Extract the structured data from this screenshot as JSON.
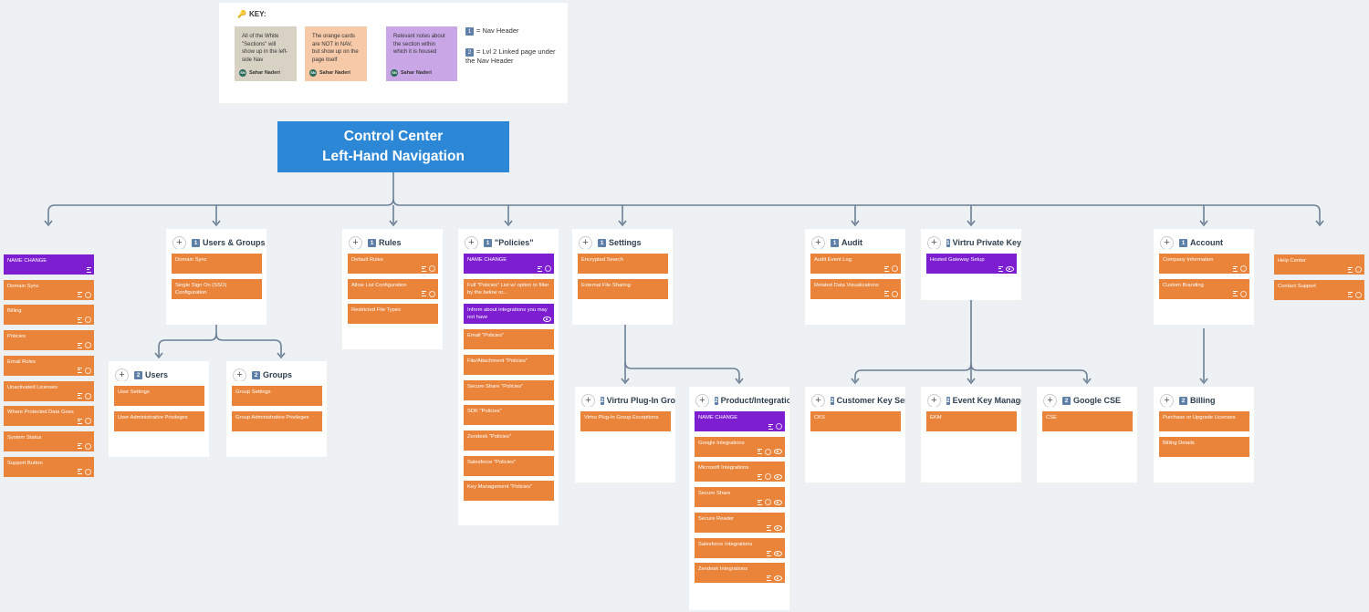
{
  "key": {
    "title": "KEY:",
    "cards": [
      {
        "text": "All of the White \"Sections\" will show up in the left-side Nav",
        "author": "Sahar Naderi",
        "initials": "SN",
        "color": "#d8d2c4"
      },
      {
        "text": "The orange cards are NOT in NAV, but show up on the page itself",
        "author": "Sahar Naderi",
        "initials": "SN",
        "color": "#f6c9a8"
      },
      {
        "text": "Relevant notes about the section within which it is housed",
        "author": "Sahar Naderi",
        "initials": "SN",
        "color": "#c9a6e6"
      }
    ],
    "legend": [
      {
        "num": "1",
        "text": "= Nav Header"
      },
      {
        "num": "2",
        "text": "= Lvl 2 Linked page under the Nav Header"
      }
    ]
  },
  "root": {
    "line1": "Control Center",
    "line2": "Left-Hand Navigation"
  },
  "colors": {
    "root": "#2c87d6",
    "orange": "#e9843a",
    "purple": "#7d1fd1",
    "connector": "#6b7f94"
  },
  "columns": {
    "leftlist": {
      "cards": [
        {
          "text": "NAME CHANGE",
          "style": "purple",
          "icons": [
            "lines"
          ]
        },
        {
          "text": "Domain Sync",
          "style": "orange",
          "icons": [
            "lines",
            "check"
          ]
        },
        {
          "text": "Billing",
          "style": "orange",
          "icons": [
            "lines",
            "check"
          ]
        },
        {
          "text": "Policies",
          "style": "orange",
          "icons": [
            "lines",
            "check"
          ]
        },
        {
          "text": "Email Rules",
          "style": "orange",
          "icons": [
            "lines",
            "check"
          ]
        },
        {
          "text": "Unactivated Licenses",
          "style": "orange",
          "icons": [
            "lines",
            "check"
          ]
        },
        {
          "text": "Where Protected Data Goes",
          "style": "orange",
          "icons": [
            "lines",
            "check"
          ]
        },
        {
          "text": "System Status",
          "style": "orange",
          "icons": [
            "lines",
            "check"
          ]
        },
        {
          "text": "Support Button",
          "style": "orange",
          "icons": [
            "lines",
            "check"
          ]
        }
      ]
    },
    "users_groups": {
      "num": "1",
      "title": "Users & Groups",
      "cards": [
        {
          "text": "Domain Sync",
          "style": "orange",
          "icons": []
        },
        {
          "text": "Single Sign On (SSO) Configuration",
          "style": "orange",
          "icons": []
        }
      ]
    },
    "users": {
      "num": "2",
      "title": "Users",
      "cards": [
        {
          "text": "User Settings",
          "style": "orange",
          "icons": []
        },
        {
          "text": "User Administrative Privileges",
          "style": "orange",
          "icons": []
        }
      ]
    },
    "groups": {
      "num": "2",
      "title": "Groups",
      "cards": [
        {
          "text": "Group Settings",
          "style": "orange",
          "icons": []
        },
        {
          "text": "Group Administrative Privileges",
          "style": "orange",
          "icons": []
        }
      ]
    },
    "rules": {
      "num": "1",
      "title": "Rules",
      "cards": [
        {
          "text": "Default Rules",
          "style": "orange",
          "icons": [
            "lines",
            "check"
          ]
        },
        {
          "text": "Allow List Configuration",
          "style": "orange",
          "icons": [
            "lines",
            "check"
          ]
        },
        {
          "text": "Restricted File Types",
          "style": "orange",
          "icons": []
        }
      ]
    },
    "policies": {
      "num": "1",
      "title": "\"Policies\"",
      "cards": [
        {
          "text": "NAME CHANGE",
          "style": "purple",
          "icons": [
            "lines",
            "check"
          ]
        },
        {
          "text": "Full \"Policies\" List w/ option to filter by the below or...",
          "style": "orange",
          "icons": []
        },
        {
          "text": "Inform about integrations you may not have",
          "style": "purple",
          "icons": [
            "eye"
          ]
        },
        {
          "text": "Email \"Policies\"",
          "style": "orange",
          "icons": []
        },
        {
          "text": "File/Attachment \"Policies\"",
          "style": "orange",
          "icons": []
        },
        {
          "text": "Secure Share \"Policies\"",
          "style": "orange",
          "icons": []
        },
        {
          "text": "SDK  \"Policies\"",
          "style": "orange",
          "icons": []
        },
        {
          "text": "Zendesk  \"Policies\"",
          "style": "orange",
          "icons": []
        },
        {
          "text": "Salesforce  \"Policies\"",
          "style": "orange",
          "icons": []
        },
        {
          "text": "Key Management  \"Policies\"",
          "style": "orange",
          "icons": []
        }
      ]
    },
    "settings": {
      "num": "1",
      "title": "Settings",
      "cards": [
        {
          "text": "Encrypted Search",
          "style": "orange",
          "icons": []
        },
        {
          "text": "External File Sharing",
          "style": "orange",
          "icons": []
        }
      ]
    },
    "plugin": {
      "num": "2",
      "title": "Virtru Plug-In Group",
      "cards": [
        {
          "text": "Virtru Plug-In Group Exceptions",
          "style": "orange",
          "icons": []
        }
      ]
    },
    "product": {
      "num": "2",
      "title": "Product/Integrations",
      "cards": [
        {
          "text": "NAME CHANGE",
          "style": "purple",
          "icons": [
            "lines",
            "check"
          ]
        },
        {
          "text": "Google Integrations",
          "style": "orange",
          "icons": [
            "lines",
            "check",
            "eye"
          ]
        },
        {
          "text": "Microsoft Integrations",
          "style": "orange",
          "icons": [
            "lines",
            "check",
            "eye"
          ]
        },
        {
          "text": "Secure Share",
          "style": "orange",
          "icons": [
            "lines",
            "check",
            "eye"
          ]
        },
        {
          "text": "Secure Reader",
          "style": "orange",
          "icons": [
            "lines",
            "eye"
          ]
        },
        {
          "text": "Salesforce Integrations",
          "style": "orange",
          "icons": [
            "lines",
            "eye"
          ]
        },
        {
          "text": "Zendesk Integrations",
          "style": "orange",
          "icons": [
            "lines",
            "eye"
          ]
        }
      ]
    },
    "audit": {
      "num": "1",
      "title": "Audit",
      "cards": [
        {
          "text": "Audit Event Log",
          "style": "orange",
          "icons": [
            "lines",
            "check"
          ]
        },
        {
          "text": "Related Data Visualizations",
          "style": "orange",
          "icons": [
            "lines",
            "check"
          ]
        }
      ]
    },
    "vpg": {
      "num": "1",
      "title": "Virtru Private Keys",
      "cards": [
        {
          "text": "Hosted Gateway Setup",
          "style": "purple",
          "icons": [
            "lines",
            "eye"
          ]
        }
      ]
    },
    "cks": {
      "num": "2",
      "title": "Customer Key Server",
      "cards": [
        {
          "text": "CKS",
          "style": "orange",
          "icons": []
        }
      ]
    },
    "ekm": {
      "num": "2",
      "title": "Event Key Management",
      "cards": [
        {
          "text": "EKM",
          "style": "orange",
          "icons": []
        }
      ]
    },
    "cse": {
      "num": "2",
      "title": "Google CSE",
      "cards": [
        {
          "text": "CSE",
          "style": "orange",
          "icons": []
        }
      ]
    },
    "account": {
      "num": "1",
      "title": "Account",
      "cards": [
        {
          "text": "Company Information",
          "style": "orange",
          "icons": [
            "lines",
            "check"
          ]
        },
        {
          "text": "Custom Branding",
          "style": "orange",
          "icons": [
            "lines",
            "check"
          ]
        }
      ]
    },
    "billing": {
      "num": "2",
      "title": "Billing",
      "cards": [
        {
          "text": "Purchase or Upgrade Licenses",
          "style": "orange",
          "icons": []
        },
        {
          "text": "Billing Details",
          "style": "orange",
          "icons": []
        }
      ]
    },
    "help": {
      "cards": [
        {
          "text": "Help Center",
          "style": "orange",
          "icons": [
            "lines",
            "check"
          ]
        },
        {
          "text": "Contact Support",
          "style": "orange",
          "icons": [
            "lines",
            "check"
          ]
        }
      ]
    }
  }
}
